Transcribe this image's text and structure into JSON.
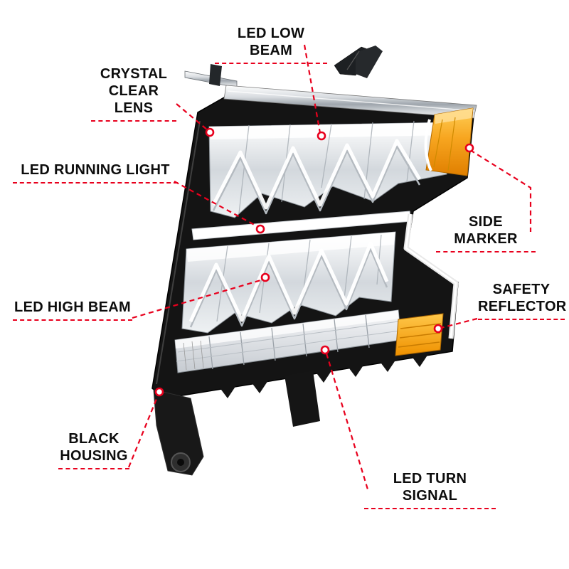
{
  "colors": {
    "callout_red": "#e8001d",
    "amber": "#f7a51f",
    "housing_black": "#141414",
    "chrome_silver": "#c9ced4",
    "lens_white": "#ffffff"
  },
  "callouts": {
    "led_low_beam": {
      "text": "LED LOW BEAM"
    },
    "crystal_clear_lens": {
      "lines": [
        "CRYSTAL",
        "CLEAR LENS"
      ]
    },
    "led_running_light": {
      "text": "LED RUNNING LIGHT"
    },
    "side_marker": {
      "text": "SIDE MARKER"
    },
    "led_high_beam": {
      "text": "LED HIGH BEAM"
    },
    "safety_reflector": {
      "lines": [
        "SAFETY",
        "REFLECTOR"
      ]
    },
    "black_housing": {
      "lines": [
        "BLACK",
        "HOUSING"
      ]
    },
    "led_turn_signal": {
      "text": "LED TURN SIGNAL"
    }
  }
}
